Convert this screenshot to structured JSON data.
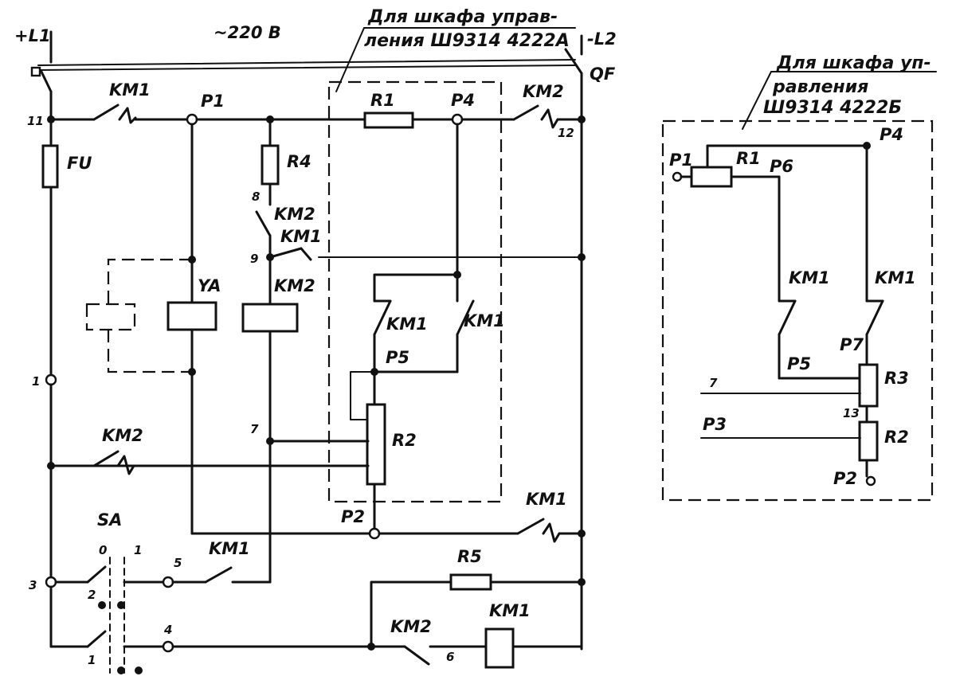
{
  "supply": {
    "phase_plus": "+L1",
    "phase_minus": "-L2",
    "voltage": "~220 В",
    "breaker": "QF"
  },
  "cabinet_a": {
    "title_line1": "Для шкафа управ-",
    "title_line2": "ления Ш9314 4222А"
  },
  "cabinet_b": {
    "title_line1": "Для шкафа уп-",
    "title_line2": "равления",
    "title_line3": "Ш9314 4222Б"
  },
  "labels": {
    "fu": "FU",
    "ya": "YA",
    "sa": "SA",
    "km1": "KM1",
    "km2": "KM2",
    "r1": "R1",
    "r2": "R2",
    "r3": "R3",
    "r4": "R4",
    "r5": "R5",
    "p1": "P1",
    "p2": "P2",
    "p3": "P3",
    "p4": "P4",
    "p5": "P5",
    "p6": "P6",
    "p7": "P7"
  },
  "nodes": {
    "n1": "1",
    "n2": "2",
    "n3": "3",
    "n4": "4",
    "n5": "5",
    "n6": "6",
    "n7": "7",
    "n8": "8",
    "n9": "9",
    "n11": "11",
    "n12": "12",
    "n13": "13",
    "sa_pos0": "0",
    "sa_pos1": "1"
  }
}
